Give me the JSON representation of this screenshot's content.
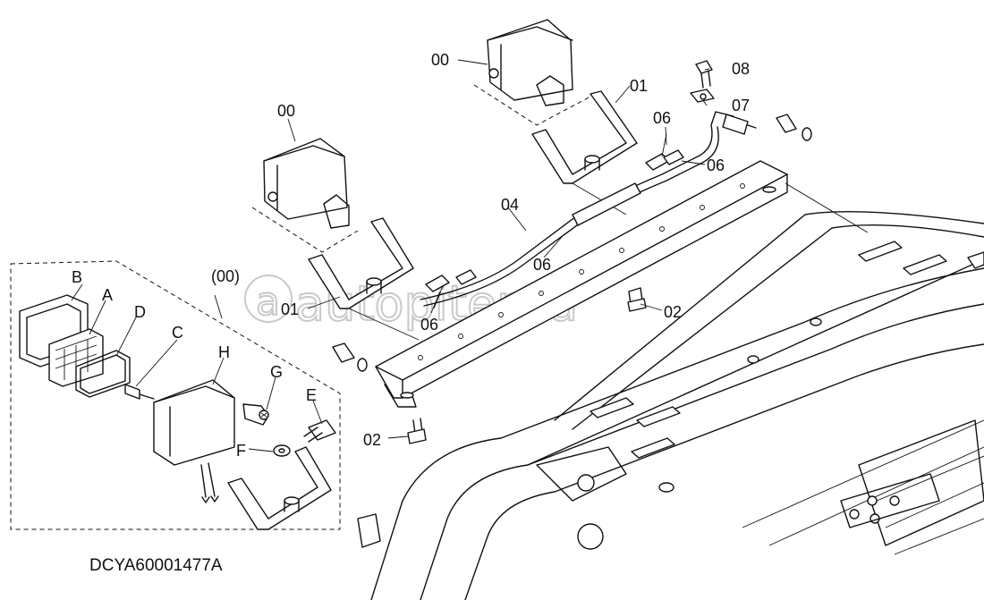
{
  "watermark": "autopiter.ru",
  "drawing_code": "DCYA60001477A",
  "labels": {
    "lamp_right": "00",
    "lamp_left": "00",
    "bracket_right": "01",
    "bracket_left": "01",
    "bolt_08": "08",
    "washer_07": "07",
    "clip_06_top": "06",
    "clip_06_right": "06",
    "clip_06_mid": "06",
    "clip_06_bottom": "06",
    "harness_04": "04",
    "bolt_02_right": "02",
    "bolt_02_left": "02",
    "detail_ref": "(00)"
  },
  "detail_labels": {
    "B": "B",
    "A": "A",
    "D": "D",
    "C": "C",
    "H": "H",
    "G": "G",
    "E": "E",
    "F": "F"
  }
}
